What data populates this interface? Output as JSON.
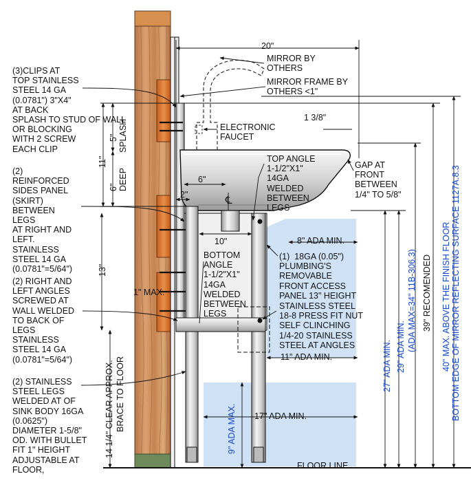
{
  "notes": {
    "clips": "(3)CLIPS AT\nTOP STAINLESS\nSTEEL 14 GA\n(0.0781\") 3\"X4\"\nAT BACK\nSPLASH TO STUD OF WALL\nOR BLOCKING\nWITH 2 SCREW\nEACH CLIP",
    "reinforced_sides": "(2)\nREINFORCED\nSIDES PANEL\n(SKIRT)\nBETWEEN\nLEGS\nAT RIGHT AND\nLEFT.\nSTAINLESS\nSTEEL 14 GA\n(0.0781\"=5/64\")",
    "right_left_angles": "(2) RIGHT AND\nLEFT ANGLES\nSCREWED AT\nWALL WELDED\nTO BACK OF\nLEGS\nSTAINLESS\nSTEEL 14 GA\n(0.0781\"=5/64\")",
    "legs": "(2) STAINLESS\nSTEEL LEGS\nWELDED AT OF\nSINK BODY 16GA\n(0.0625\")\nDIAMETER 1-5/8\"\nOD. WITH BULLET\nFIT 1\" HEIGHT\nADJUSTABLE AT\nFLOOR,",
    "mirror": "MIRROR BY\nOTHERS",
    "mirror_frame": "MIRROR FRAME BY\nOTHERS <1\"",
    "faucet": "ELECTRONIC\nFAUCET",
    "top_angle": "TOP ANGLE\n1-1/2\"X1\"\n14GA\nWELDED\nBETWEEN\nLEGS",
    "gap": "GAP AT\nFRONT\nBETWEEN\n1/4\" TO 5/8\"",
    "bottom_angle": "BOTTOM\nANGLE\n1-1/2\"X1\"\n14GA\nWELDED\nBETWEEN\nLEGS",
    "front_panel": "(1)  18GA (0.05\")\nPLUMBING'S\nREMOVABLE\nFRONT ACCESS\nPANEL 13\" HEIGHT",
    "press_nut": "STAINLESS STEEL\n18-8 PRESS FIT NUT\nSELF CLINCHING\n1/4-20 STAINLESS\nSTEEL AT ANGLES"
  },
  "dimensions": {
    "width_20": "20\"",
    "rim_1_3_8": "1 3/8\"",
    "splash_5": "5\"",
    "splash": "SPLASH",
    "deep_6": "6\"",
    "deep": "DEEP",
    "overall_11": "11\"",
    "six_inch": "6\"",
    "two_inch": "2\"",
    "ten_inch": "10\"",
    "thirteen": "13\"",
    "one_max": "1\" MAX.",
    "centerline": "℄",
    "clear_floor": "14 1/4\" CLEAR APPROX.",
    "brace": "BRACE TO FLOOR",
    "floor_line": "FLOOR LINE"
  },
  "ada": {
    "min_8": "8\" ADA MIN.",
    "min_11": "11\" ADA MIN.",
    "min_17": "17\" ADA MIN.",
    "max_9": "9\" ADA MAX.",
    "min_27": "27\" ADA MIN.",
    "min_29": "29\" ADA MIN.",
    "max_34": "(ADA MAX=34\" 11B-306.3)",
    "recommended_39": "39\" RECOMENDED",
    "mirror_40": "40\" MAX. ABOVE THE FINISH FLOOR",
    "mirror_edge": "BOTTOM EDGE OF MIRROR REFLECTING SURFACE 1127A.8.3"
  },
  "colors": {
    "ada_fill": "#cfe2f5",
    "ada_text": "#1747c9",
    "wood": "#c98a5a",
    "blocking": "#d9772e",
    "steel": "#d9d9d9",
    "line": "#111111"
  }
}
